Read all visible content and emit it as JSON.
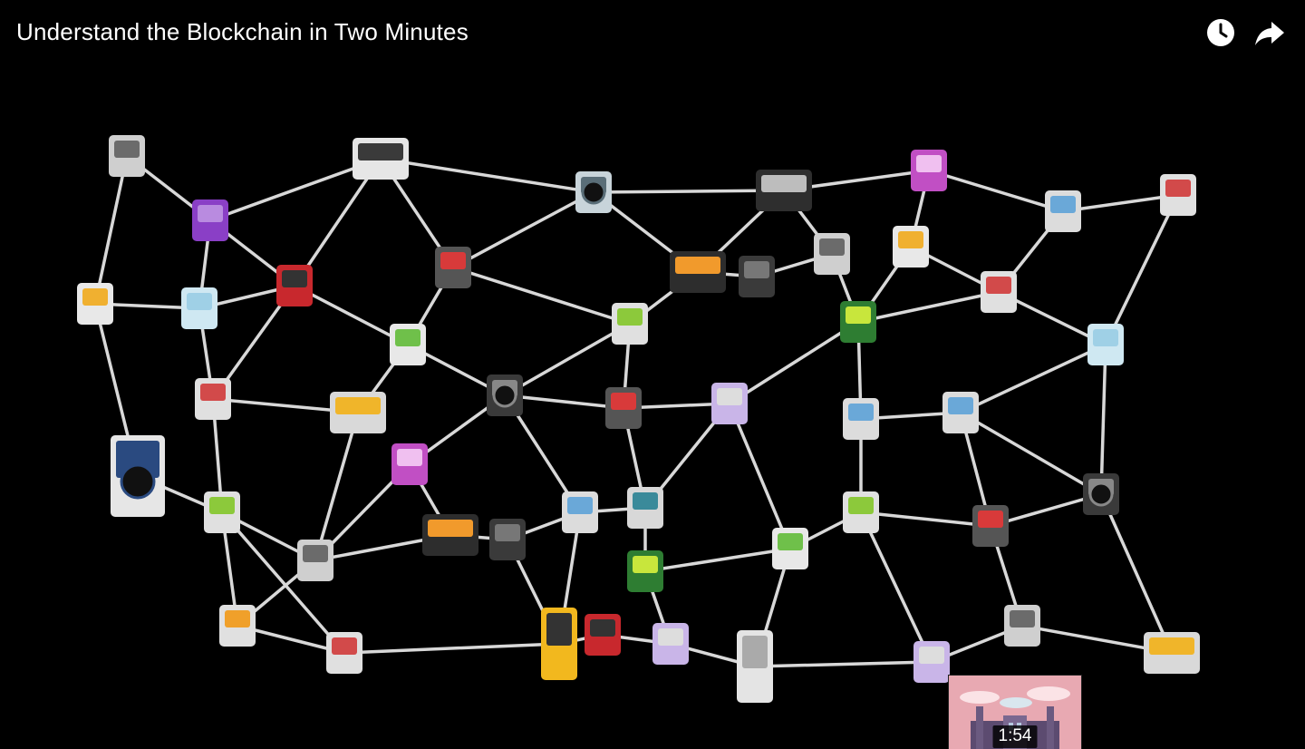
{
  "video": {
    "title": "Understand the Blockchain in Two Minutes",
    "frame_description_icon": "appliance-network-illustration"
  },
  "controls": {
    "watch_later_icon": "clock-icon",
    "share_icon": "share-arrow-icon"
  },
  "endscreen": {
    "duration": "1:54",
    "thumbnail_icon": "power-station-thumbnail"
  },
  "colors": {
    "background": "#000000",
    "link_line": "#d8d8d8",
    "title_text": "#ffffff",
    "thumbnail_sky": "#e8a9b2"
  }
}
